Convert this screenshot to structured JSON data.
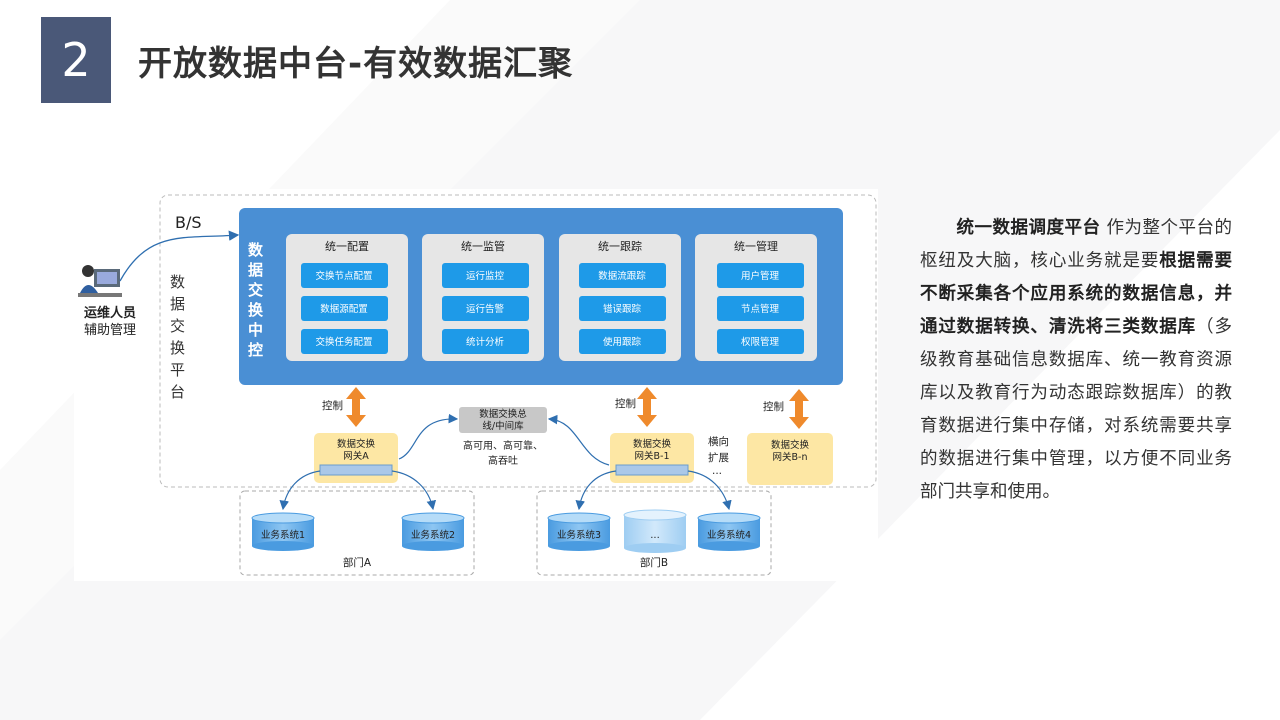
{
  "slide": {
    "number": "2",
    "title": "开放数据中台-有效数据汇聚"
  },
  "diagram": {
    "bs_label": "B/S",
    "operator": {
      "line1": "运维人员",
      "line2": "辅助管理"
    },
    "platform_label": [
      "数",
      "据",
      "交",
      "换",
      "平",
      "台"
    ],
    "hub_label": [
      "数",
      "据",
      "交",
      "换",
      "中",
      "控"
    ],
    "modules": [
      {
        "title": "统一配置",
        "items": [
          "交换节点配置",
          "数据源配置",
          "交换任务配置"
        ]
      },
      {
        "title": "统一监管",
        "items": [
          "运行监控",
          "运行告警",
          "统计分析"
        ]
      },
      {
        "title": "统一跟踪",
        "items": [
          "数据流跟踪",
          "错误跟踪",
          "使用跟踪"
        ]
      },
      {
        "title": "统一管理",
        "items": [
          "用户管理",
          "节点管理",
          "权限管理"
        ]
      }
    ],
    "control_label": "控制",
    "bus": {
      "line1": "数据交换总",
      "line2": "线/中间库",
      "note1": "高可用、高可靠、",
      "note2": "高吞吐"
    },
    "gateways": [
      {
        "line1": "数据交换",
        "line2": "网关A"
      },
      {
        "line1": "数据交换",
        "line2": "网关B-1"
      },
      {
        "line1": "数据交换",
        "line2": "网关B-n"
      }
    ],
    "expand": {
      "line1": "横向",
      "line2": "扩展",
      "line3": "..."
    },
    "departments": [
      {
        "label": "部门A",
        "systems": [
          "业务系统1",
          "业务系统2"
        ]
      },
      {
        "label": "部门B",
        "systems": [
          "业务系统3",
          "...",
          "业务系统4"
        ]
      }
    ],
    "colors": {
      "hub": "#4a8fd4",
      "card": "#e6e6e6",
      "item": "#1e9ae8",
      "gateway": "#fde7a4",
      "arrow": "#ef8a2c"
    }
  },
  "description": {
    "p1_bold": "统一数据调度平台",
    "p1": " 作为整个平台的枢纽及大脑，核心业务就是要",
    "p2_bold": "根据需要不断采集各个应用系统的数据信息，并通过数据转换、清洗将三类数据库",
    "p3": "（多级教育基础信息数据库、统一教育资源库以及教育行为动态跟踪数据库）的教育数据进行集中存储，对系统需要共享的数据进行集中管理，以方便不同业务部门共享和使用。"
  }
}
